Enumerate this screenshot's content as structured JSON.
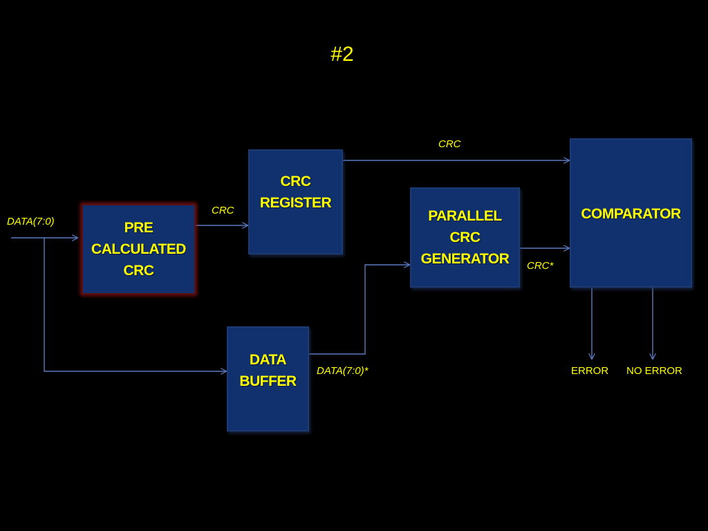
{
  "title": "#2",
  "colors": {
    "background": "#000000",
    "block_fill": "#10306e",
    "text": "#ffff00",
    "wire": "#5b7bc0",
    "glow_border": "#8b1a1a"
  },
  "blocks": {
    "pre_calculated_crc": "PRE\nCALCULATED\nCRC",
    "crc_register": "CRC\nREGISTER",
    "parallel_crc_generator": "PARALLEL\nCRC\nGENERATOR",
    "comparator": "COMPARATOR",
    "data_buffer": "DATA\nBUFFER"
  },
  "signals": {
    "data_in": "DATA(7:0)",
    "crc_to_register": "CRC",
    "crc_to_comparator": "CRC",
    "crc_star": "CRC*",
    "data_star": "DATA(7:0)*",
    "error": "ERROR",
    "no_error": "NO ERROR"
  }
}
